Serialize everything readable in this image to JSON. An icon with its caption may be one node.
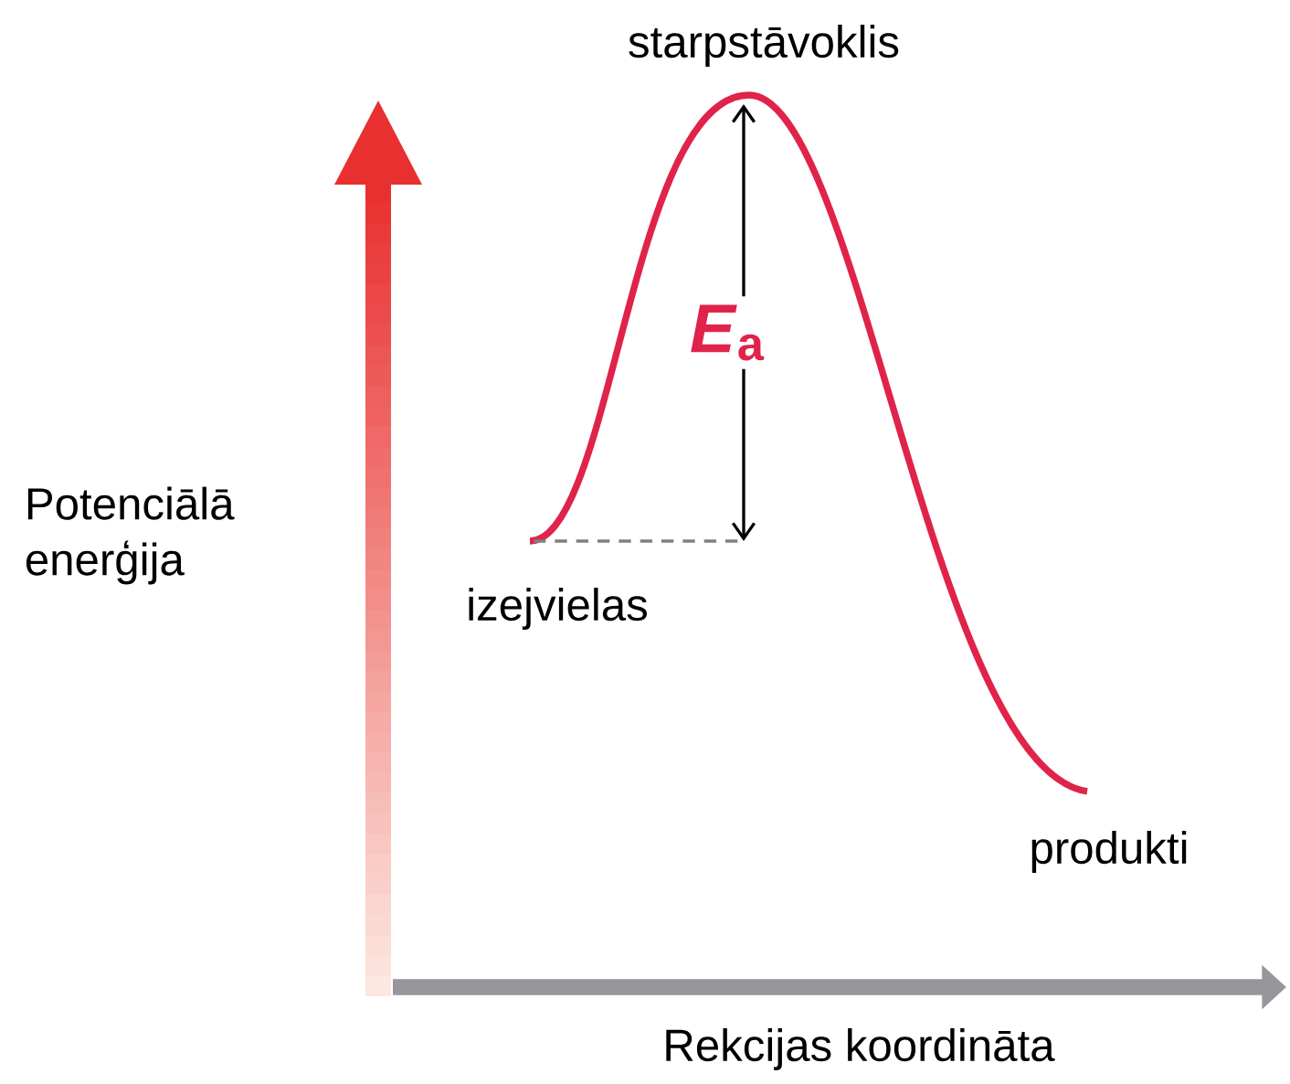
{
  "diagram": {
    "labels": [
      "starpstāvoklis",
      "*E*$_{a}$",
      "Potenciālā enerģija",
      "izejvielas",
      "produkti",
      "Rekcijas koordināta"
    ]
  }
}
